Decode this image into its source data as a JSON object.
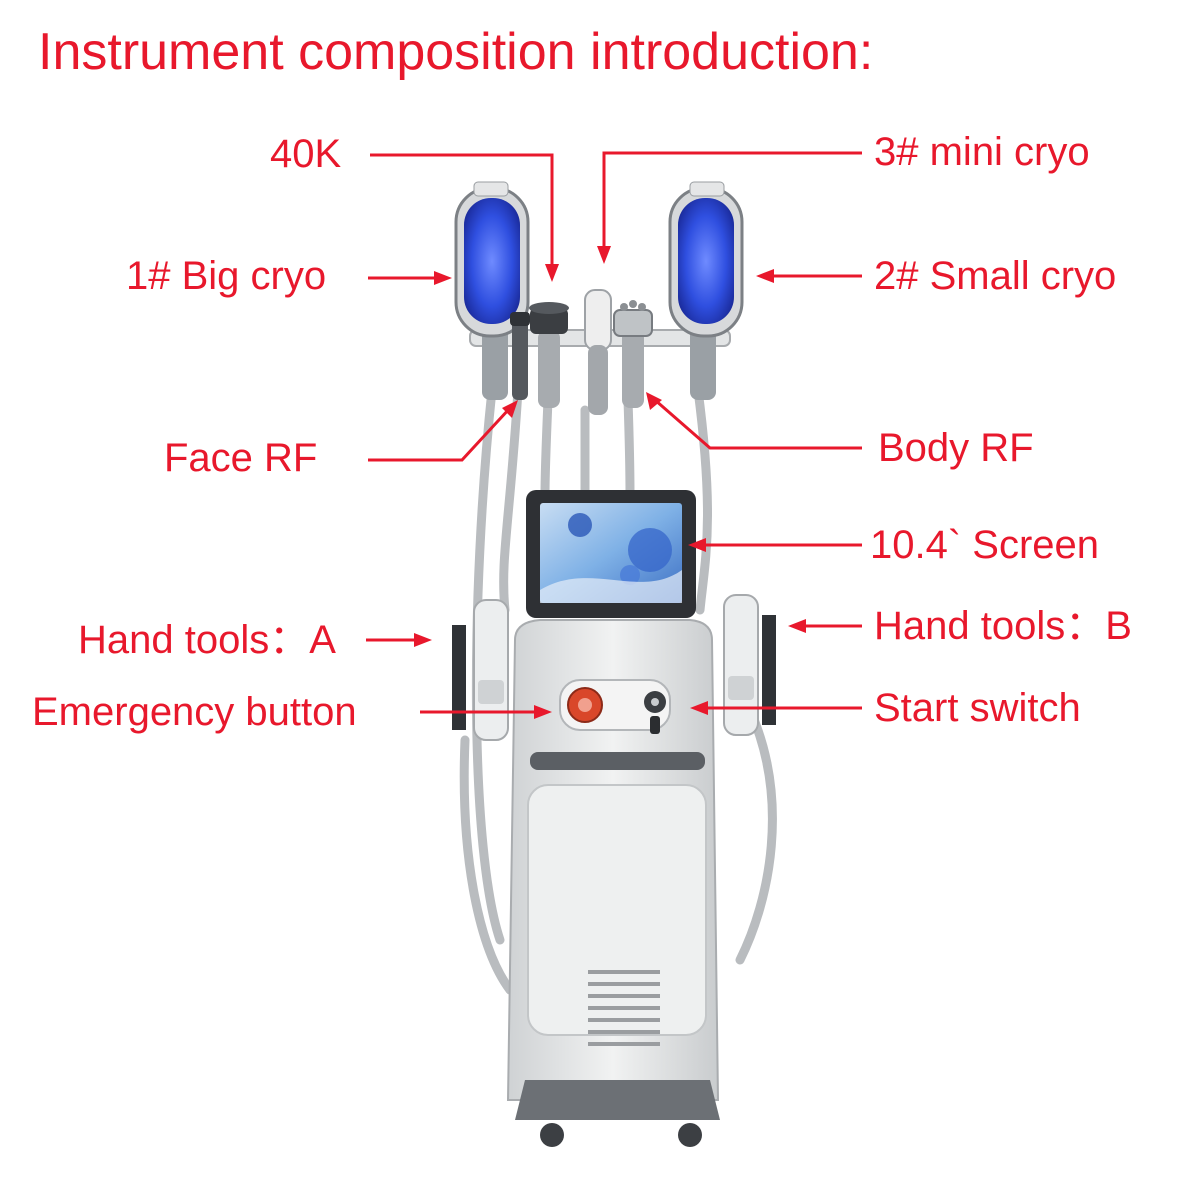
{
  "title": "Instrument composition introduction:",
  "labels": {
    "k40": "40K",
    "mini_cryo": "3# mini cryo",
    "big_cryo": "1# Big cryo",
    "small_cryo": "2# Small cryo",
    "face_rf": "Face RF",
    "body_rf": "Body RF",
    "screen": "10.4` Screen",
    "hand_tools_a": "Hand tools：A",
    "hand_tools_b": "Hand tools：B",
    "emergency": "Emergency button",
    "start_switch": "Start switch"
  },
  "colors": {
    "annotation": "#e8182c",
    "cryo_glow": "#2f56e8",
    "body": "#e9eaea",
    "dark": "#3a3d42"
  }
}
